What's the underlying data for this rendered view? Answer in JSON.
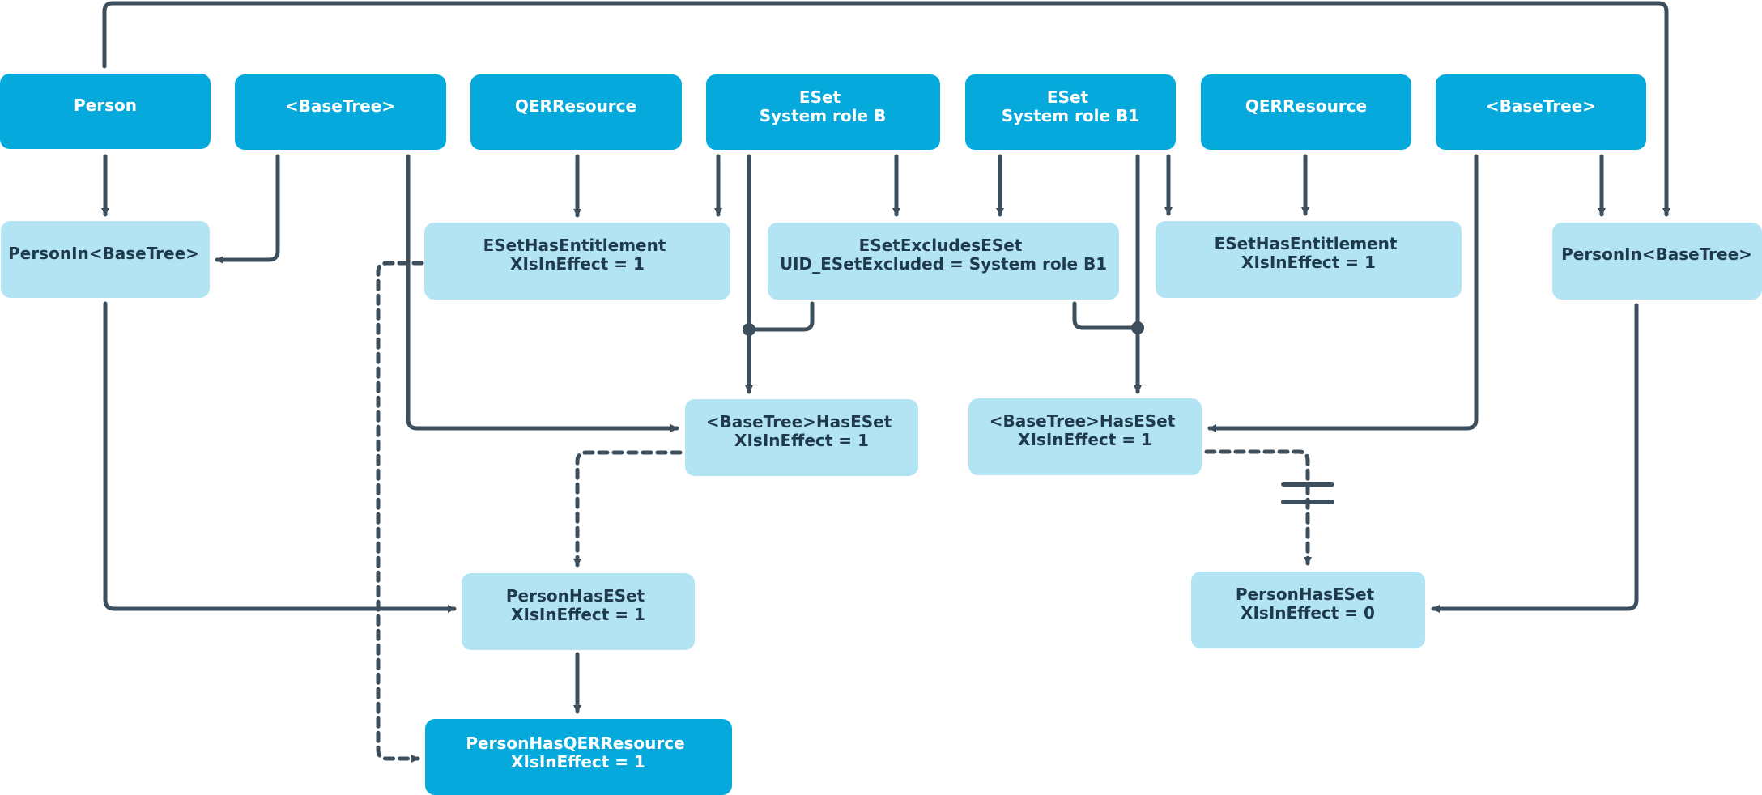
{
  "colors": {
    "dark_box": "#05a9db",
    "light_box": "#b3e4f3",
    "dark_text": "#ffffff",
    "light_text": "#1f3a4d",
    "connector": "#3d4f5d"
  },
  "nodes": {
    "person_top": {
      "lines": [
        "Person"
      ],
      "style": "dark"
    },
    "basetree_top_left": {
      "lines": [
        "<BaseTree>"
      ],
      "style": "dark"
    },
    "qerresource_top_left": {
      "lines": [
        "QERResource"
      ],
      "style": "dark"
    },
    "eset_role_b": {
      "lines": [
        "ESet",
        "System role B"
      ],
      "style": "dark"
    },
    "eset_role_b1": {
      "lines": [
        "ESet",
        "System role B1"
      ],
      "style": "dark"
    },
    "qerresource_top_right": {
      "lines": [
        "QERResource"
      ],
      "style": "dark"
    },
    "basetree_top_right": {
      "lines": [
        "<BaseTree>"
      ],
      "style": "dark"
    },
    "personin_basetree_left": {
      "lines": [
        "PersonIn<BaseTree>"
      ],
      "style": "light"
    },
    "esethasentitlement_left": {
      "lines": [
        "ESetHasEntitlement",
        "XIsInEffect = 1"
      ],
      "style": "light"
    },
    "esetexcludeseset": {
      "lines": [
        "ESetExcludesESet",
        "UID_ESetExcluded = System role B1"
      ],
      "style": "light"
    },
    "esethasentitlement_right": {
      "lines": [
        "ESetHasEntitlement",
        "XIsInEffect = 1"
      ],
      "style": "light"
    },
    "personin_basetree_right": {
      "lines": [
        "PersonIn<BaseTree>"
      ],
      "style": "light"
    },
    "basetreehaseset_left": {
      "lines": [
        "<BaseTree>HasESet",
        "XIsInEffect = 1"
      ],
      "style": "light"
    },
    "basetreehaseset_right": {
      "lines": [
        "<BaseTree>HasESet",
        "XIsInEffect = 1"
      ],
      "style": "light"
    },
    "personhaseset_left": {
      "lines": [
        "PersonHasESet",
        "XIsInEffect = 1"
      ],
      "style": "light"
    },
    "personhaseset_right": {
      "lines": [
        "PersonHasESet",
        "XIsInEffect = 0"
      ],
      "style": "light"
    },
    "personhasqerresource": {
      "lines": [
        "PersonHasQERResource",
        "XIsInEffect = 1"
      ],
      "style": "dark"
    }
  }
}
